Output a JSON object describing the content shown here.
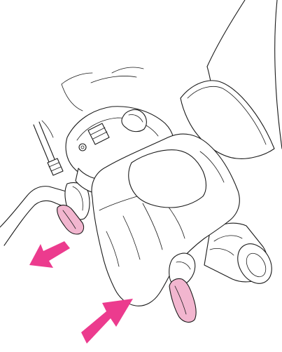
{
  "illustration": {
    "subject": "glove-hand-on-handlebar-lever",
    "colors": {
      "line": "#1a1a1a",
      "background": "#ffffff",
      "lever_fill": "#f2b6cf",
      "arrow": "#ec3b8e"
    },
    "arrows": [
      {
        "name": "release-arrow",
        "direction": "down-left"
      },
      {
        "name": "squeeze-arrow",
        "direction": "up-right"
      }
    ]
  }
}
